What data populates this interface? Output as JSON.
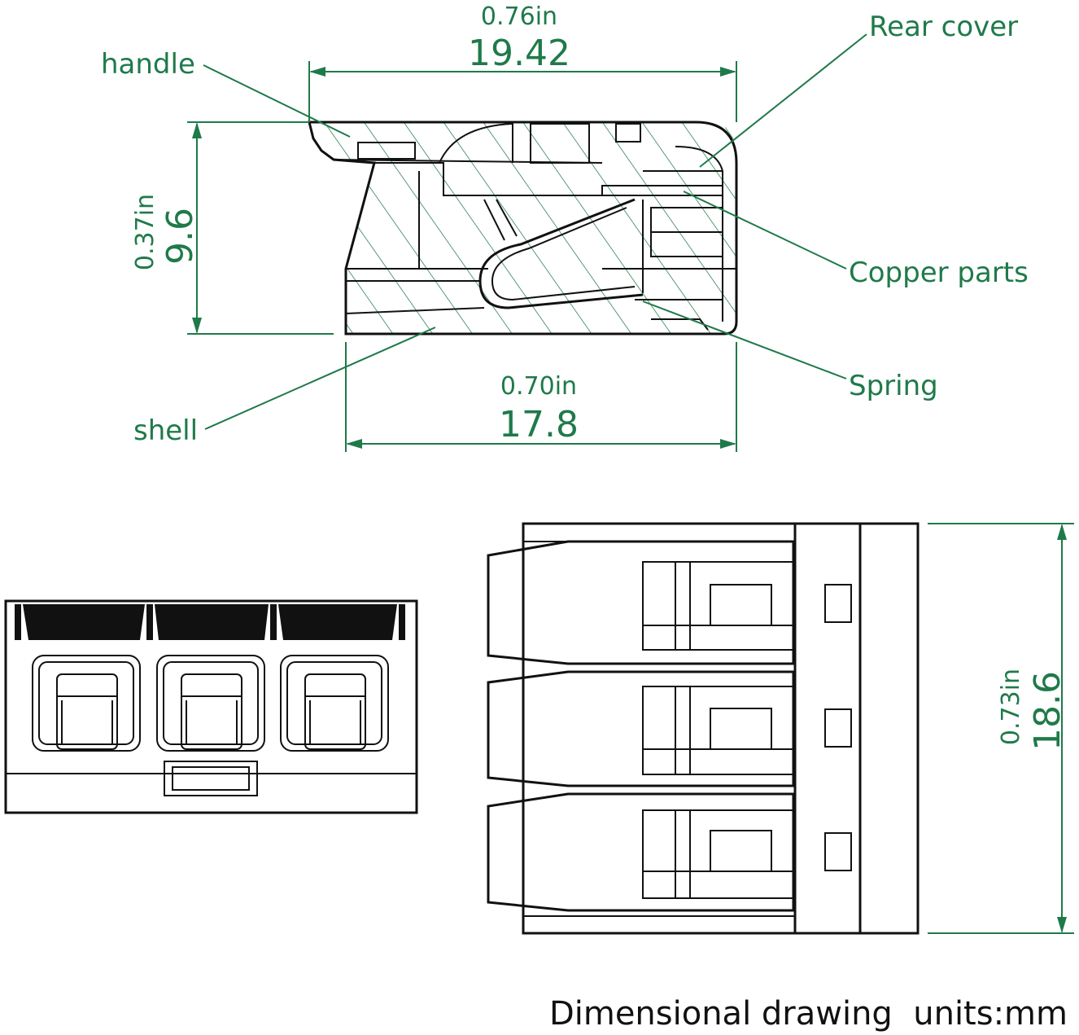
{
  "dimensions": {
    "top_width_in": "0.76in",
    "top_width_mm": "19.42",
    "height_in": "0.37in",
    "height_mm": "9.6",
    "bottom_width_in": "0.70in",
    "bottom_width_mm": "17.8",
    "depth_in": "0.73in",
    "depth_mm": "18.6"
  },
  "labels": {
    "handle": "handle",
    "rear_cover": "Rear cover",
    "copper_parts": "Copper parts",
    "spring": "Spring",
    "shell": "shell"
  },
  "caption": "Dimensional drawing  units:mm",
  "colors": {
    "dimension": "#1f7a4a",
    "line": "#111111"
  }
}
